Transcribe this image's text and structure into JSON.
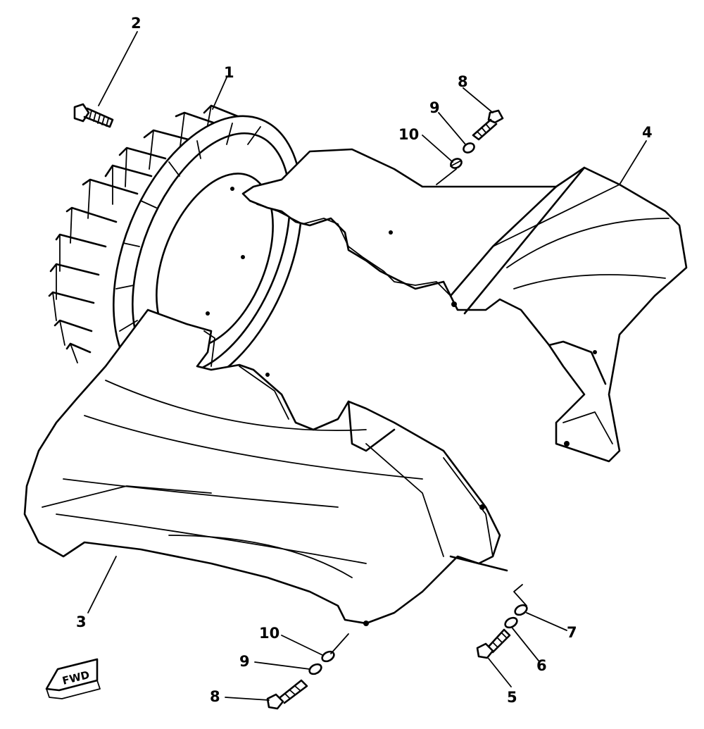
{
  "diagram": {
    "callouts": [
      {
        "id": "c1",
        "label": "1"
      },
      {
        "id": "c2",
        "label": "2"
      },
      {
        "id": "c3",
        "label": "3"
      },
      {
        "id": "c4",
        "label": "4"
      },
      {
        "id": "c5",
        "label": "5"
      },
      {
        "id": "c6",
        "label": "6"
      },
      {
        "id": "c7",
        "label": "7"
      },
      {
        "id": "c8a",
        "label": "8"
      },
      {
        "id": "c9a",
        "label": "9"
      },
      {
        "id": "c10a",
        "label": "10"
      },
      {
        "id": "c8b",
        "label": "8"
      },
      {
        "id": "c9b",
        "label": "9"
      },
      {
        "id": "c10b",
        "label": "10"
      }
    ],
    "fwd_label": "FWD"
  }
}
